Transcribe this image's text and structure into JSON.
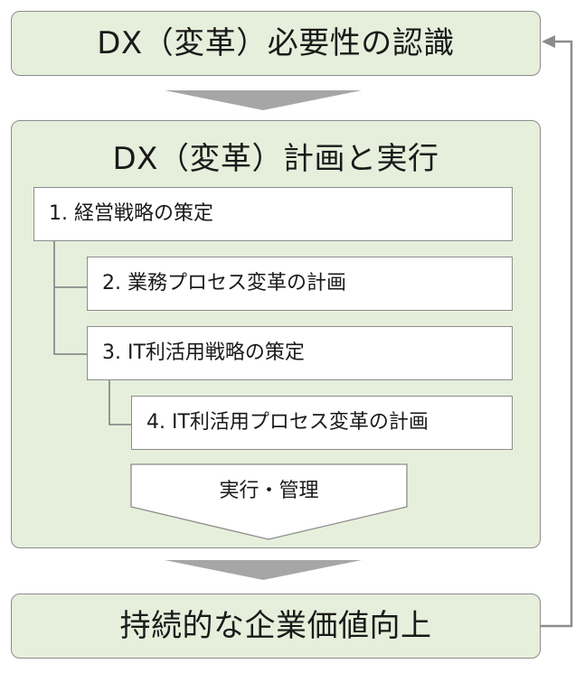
{
  "diagram": {
    "top_box": {
      "label": "DX（変革）必要性の認識"
    },
    "middle_box": {
      "title": "DX（変革）計画と実行",
      "steps": [
        {
          "label": "1. 経営戦略の策定"
        },
        {
          "label": "2. 業務プロセス変革の計画"
        },
        {
          "label": "3. IT利活用戦略の策定"
        },
        {
          "label": "4. IT利活用プロセス変革の計画"
        }
      ],
      "execution_label": "実行・管理"
    },
    "bottom_box": {
      "label": "持続的な企業価値向上"
    },
    "colors": {
      "box_fill": "#e6efdb",
      "border": "#8c8c8c",
      "arrow": "#a6a6a6",
      "text": "#1a1a1a"
    }
  }
}
